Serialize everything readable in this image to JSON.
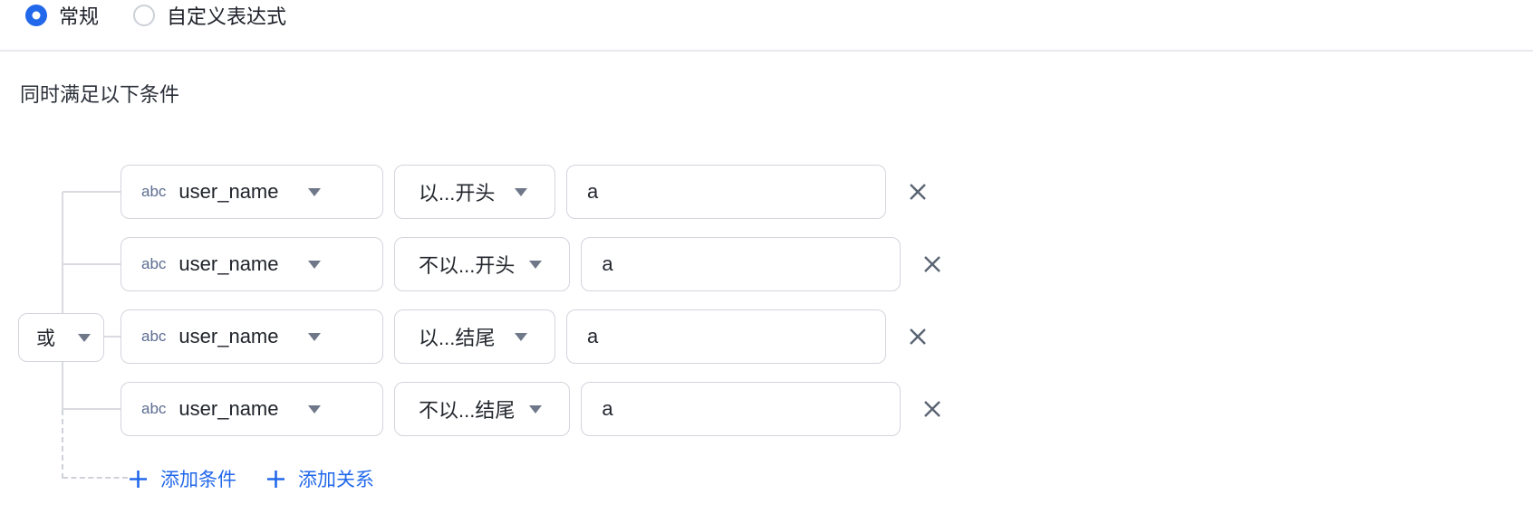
{
  "mode_selector": {
    "options": [
      {
        "label": "常规",
        "selected": true
      },
      {
        "label": "自定义表达式",
        "selected": false
      }
    ]
  },
  "header": {
    "title": "同时满足以下条件"
  },
  "group": {
    "relation": {
      "label": "或"
    },
    "rows": [
      {
        "field_type": "abc",
        "field": "user_name",
        "operator": "以...开头",
        "value": "a"
      },
      {
        "field_type": "abc",
        "field": "user_name",
        "operator": "不以...开头",
        "value": "a"
      },
      {
        "field_type": "abc",
        "field": "user_name",
        "operator": "以...结尾",
        "value": "a"
      },
      {
        "field_type": "abc",
        "field": "user_name",
        "operator": "不以...结尾",
        "value": "a"
      }
    ],
    "actions": [
      {
        "label": "添加条件"
      },
      {
        "label": "添加关系"
      }
    ]
  },
  "colors": {
    "accent": "#2268eb",
    "pill_border": "#d2d5dc",
    "connector": "#d9dbe1",
    "text": "#23272e",
    "field_type_color": "#5c6d92",
    "close_icon": "#5a6472"
  }
}
